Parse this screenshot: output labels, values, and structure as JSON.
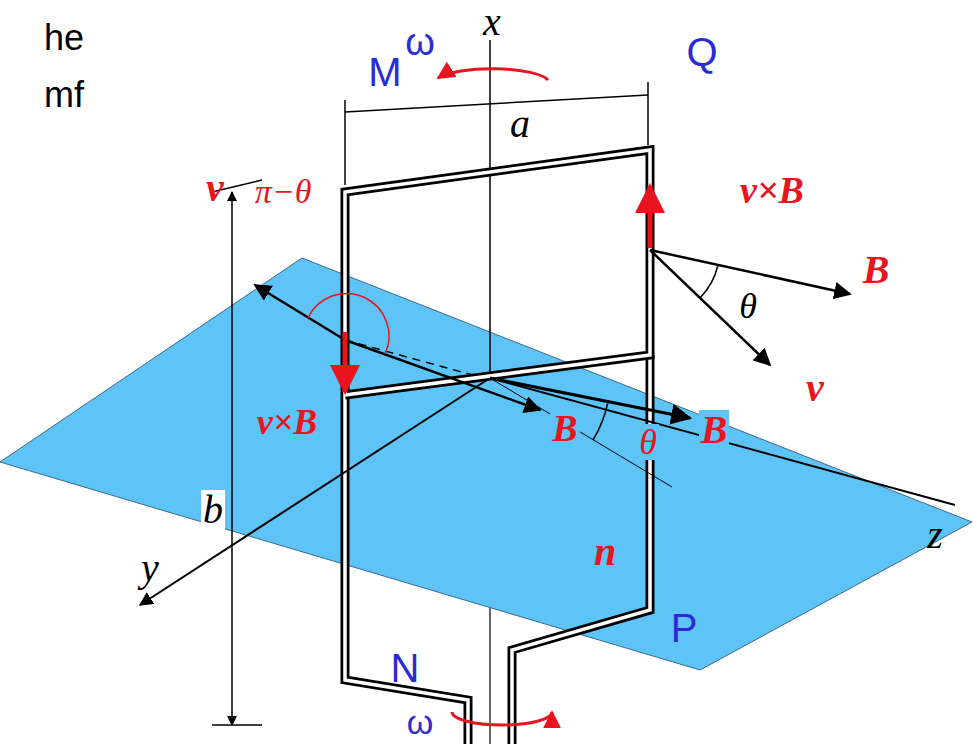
{
  "diagram": {
    "labels": [
      "he",
      "mf",
      "x",
      "ω",
      "M",
      "Q",
      "a",
      "v",
      "π−θ",
      "v×B",
      "B",
      "θ",
      "v",
      "v×B",
      "B",
      "B",
      "θ",
      "z",
      "b",
      "n",
      "y",
      "N",
      "P",
      "ω"
    ]
  }
}
